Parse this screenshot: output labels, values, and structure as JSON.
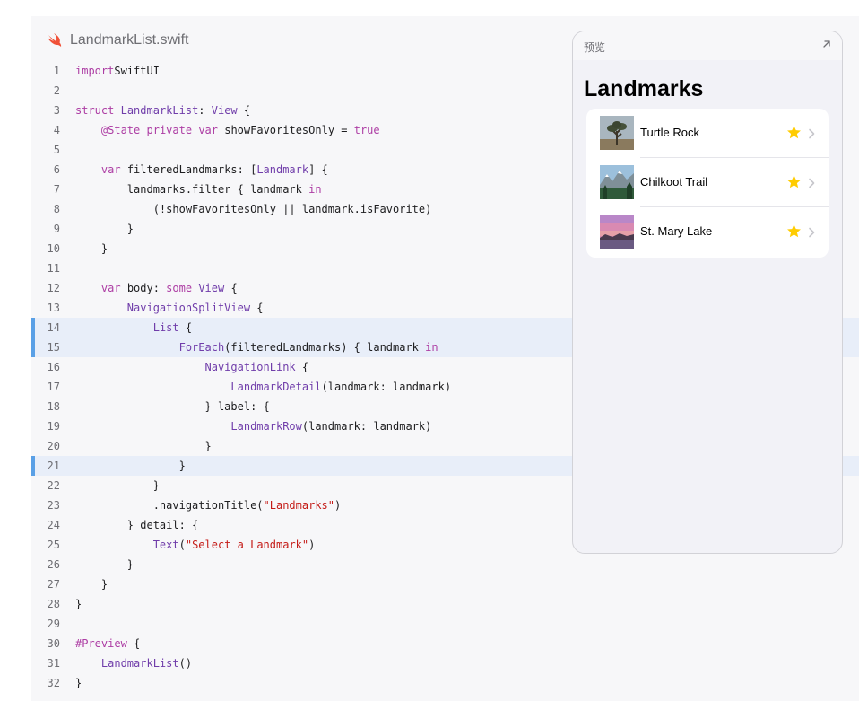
{
  "file": {
    "name": "LandmarkList.swift",
    "icon": "swift-icon"
  },
  "code": {
    "lines": [
      {
        "n": "1",
        "tokens": [
          [
            "kw",
            "import"
          ],
          [
            "",
            "SwiftUI"
          ]
        ]
      },
      {
        "n": "2",
        "tokens": []
      },
      {
        "n": "3",
        "tokens": [
          [
            "kw",
            "struct"
          ],
          [
            "",
            " "
          ],
          [
            "ty",
            "LandmarkList"
          ],
          [
            "",
            ": "
          ],
          [
            "ty",
            "View"
          ],
          [
            "",
            " {"
          ]
        ]
      },
      {
        "n": "4",
        "tokens": [
          [
            "",
            "    "
          ],
          [
            "at",
            "@State"
          ],
          [
            "",
            " "
          ],
          [
            "kw",
            "private"
          ],
          [
            "",
            " "
          ],
          [
            "kw",
            "var"
          ],
          [
            "",
            " showFavoritesOnly = "
          ],
          [
            "kw",
            "true"
          ]
        ]
      },
      {
        "n": "5",
        "tokens": []
      },
      {
        "n": "6",
        "tokens": [
          [
            "",
            "    "
          ],
          [
            "kw",
            "var"
          ],
          [
            "",
            " filteredLandmarks: ["
          ],
          [
            "ty",
            "Landmark"
          ],
          [
            "",
            "] {"
          ]
        ]
      },
      {
        "n": "7",
        "tokens": [
          [
            "",
            "        landmarks.filter { landmark "
          ],
          [
            "kw",
            "in"
          ]
        ]
      },
      {
        "n": "8",
        "tokens": [
          [
            "",
            "            (!showFavoritesOnly || landmark.isFavorite)"
          ]
        ]
      },
      {
        "n": "9",
        "tokens": [
          [
            "",
            "        }"
          ]
        ]
      },
      {
        "n": "10",
        "tokens": [
          [
            "",
            "    }"
          ]
        ]
      },
      {
        "n": "11",
        "tokens": []
      },
      {
        "n": "12",
        "tokens": [
          [
            "",
            "    "
          ],
          [
            "kw",
            "var"
          ],
          [
            "",
            " body: "
          ],
          [
            "kw",
            "some"
          ],
          [
            "",
            " "
          ],
          [
            "ty",
            "View"
          ],
          [
            "",
            " {"
          ]
        ]
      },
      {
        "n": "13",
        "tokens": [
          [
            "",
            "        "
          ],
          [
            "ty",
            "NavigationSplitView"
          ],
          [
            "",
            " {"
          ]
        ]
      },
      {
        "n": "14",
        "hl": true,
        "tokens": [
          [
            "",
            "            "
          ],
          [
            "ty",
            "List"
          ],
          [
            "",
            " {"
          ]
        ]
      },
      {
        "n": "15",
        "hl": true,
        "tokens": [
          [
            "",
            "                "
          ],
          [
            "ty",
            "ForEach"
          ],
          [
            "",
            "(filteredLandmarks) { landmark "
          ],
          [
            "kw",
            "in"
          ]
        ]
      },
      {
        "n": "16",
        "tokens": [
          [
            "",
            "                    "
          ],
          [
            "ty",
            "NavigationLink"
          ],
          [
            "",
            " {"
          ]
        ]
      },
      {
        "n": "17",
        "tokens": [
          [
            "",
            "                        "
          ],
          [
            "ty",
            "LandmarkDetail"
          ],
          [
            "",
            "(landmark: landmark)"
          ]
        ]
      },
      {
        "n": "18",
        "tokens": [
          [
            "",
            "                    } label: {"
          ]
        ]
      },
      {
        "n": "19",
        "tokens": [
          [
            "",
            "                        "
          ],
          [
            "ty",
            "LandmarkRow"
          ],
          [
            "",
            "(landmark: landmark)"
          ]
        ]
      },
      {
        "n": "20",
        "tokens": [
          [
            "",
            "                    }"
          ]
        ]
      },
      {
        "n": "21",
        "hl": true,
        "tokens": [
          [
            "",
            "                }"
          ]
        ]
      },
      {
        "n": "22",
        "tokens": [
          [
            "",
            "            }"
          ]
        ]
      },
      {
        "n": "23",
        "tokens": [
          [
            "",
            "            .navigationTitle("
          ],
          [
            "st",
            "\"Landmarks\""
          ],
          [
            "",
            ")"
          ]
        ]
      },
      {
        "n": "24",
        "tokens": [
          [
            "",
            "        } detail: {"
          ]
        ]
      },
      {
        "n": "25",
        "tokens": [
          [
            "",
            "            "
          ],
          [
            "ty",
            "Text"
          ],
          [
            "",
            "("
          ],
          [
            "st",
            "\"Select a Landmark\""
          ],
          [
            "",
            ")"
          ]
        ]
      },
      {
        "n": "26",
        "tokens": [
          [
            "",
            "        }"
          ]
        ]
      },
      {
        "n": "27",
        "tokens": [
          [
            "",
            "    }"
          ]
        ]
      },
      {
        "n": "28",
        "tokens": [
          [
            "",
            "}"
          ]
        ]
      },
      {
        "n": "29",
        "tokens": []
      },
      {
        "n": "30",
        "tokens": [
          [
            "at",
            "#Preview"
          ],
          [
            "",
            " {"
          ]
        ]
      },
      {
        "n": "31",
        "tokens": [
          [
            "",
            "    "
          ],
          [
            "ty",
            "LandmarkList"
          ],
          [
            "",
            "()"
          ]
        ]
      },
      {
        "n": "32",
        "tokens": [
          [
            "",
            "}"
          ]
        ]
      }
    ]
  },
  "preview": {
    "label": "预览",
    "expand_icon": "arrow-up-right-icon",
    "nav_title": "Landmarks",
    "rows": [
      {
        "name": "Turtle Rock",
        "favorite": true,
        "thumb": "desert-tree"
      },
      {
        "name": "Chilkoot Trail",
        "favorite": true,
        "thumb": "mountain-lake"
      },
      {
        "name": "St. Mary Lake",
        "favorite": true,
        "thumb": "sunset-lake"
      }
    ]
  },
  "colors": {
    "keyword": "#ad3da4",
    "type": "#703daa",
    "string": "#c41a16",
    "highlight": "#e8eef9",
    "highlight_bar": "#5aa0e6",
    "star": "#ffcc00"
  }
}
